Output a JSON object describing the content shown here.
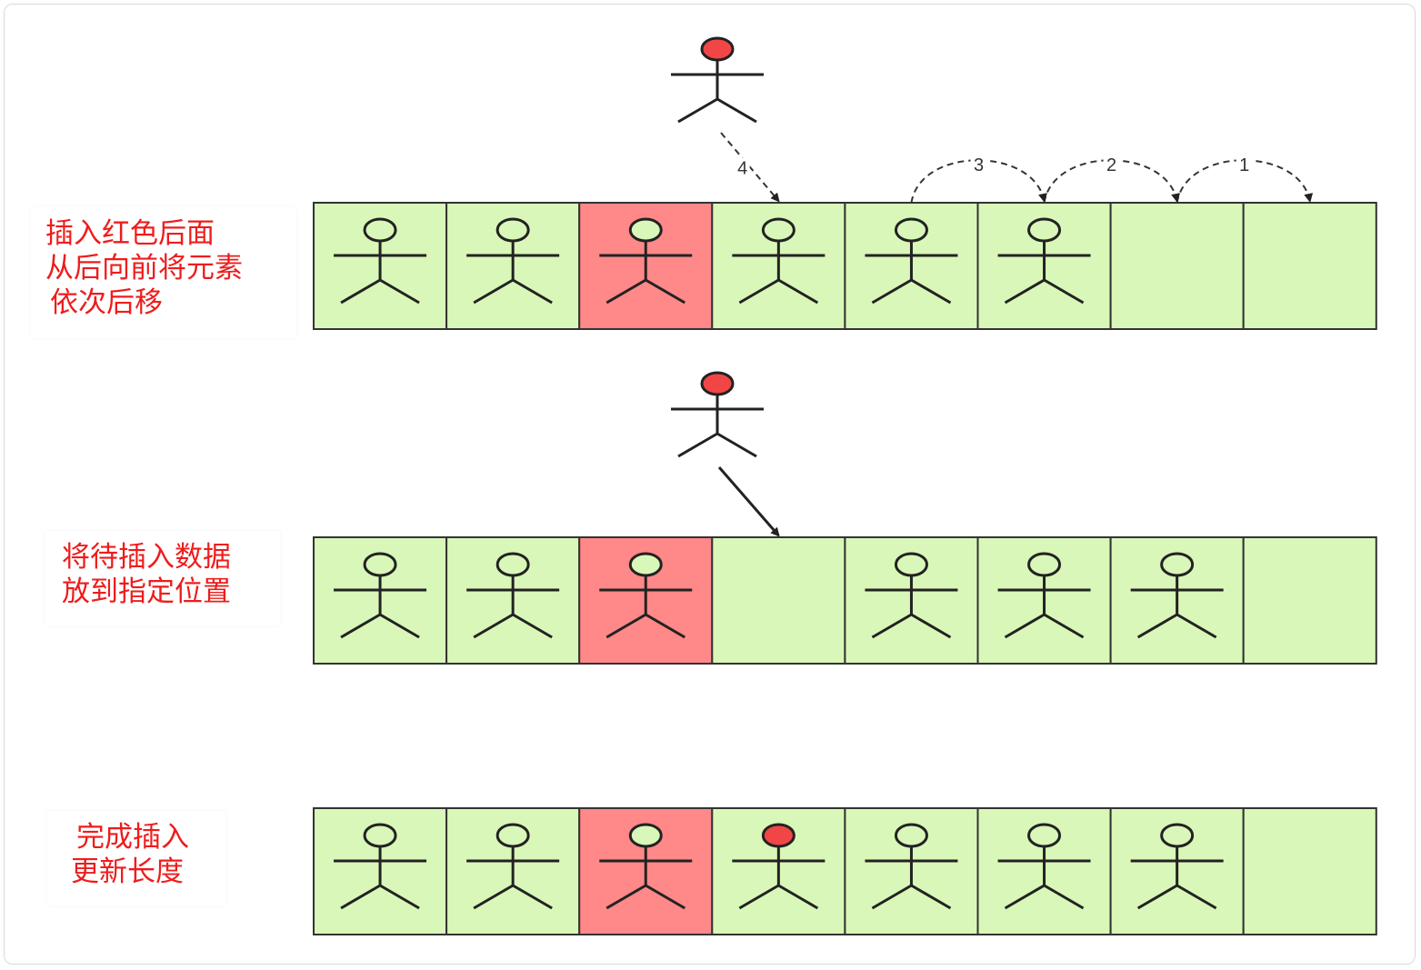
{
  "colors": {
    "cell_fill": "#d9f7b8",
    "highlight_cell_fill": "#ff8888",
    "red_head": "#f24646",
    "label_text": "#ee1c1c",
    "stroke": "#222222"
  },
  "steps": [
    {
      "label_lines": [
        "插入红色后面",
        "从后向前将元素",
        "依次后移"
      ],
      "cells": [
        "person",
        "person",
        "person-highlight",
        "person",
        "person",
        "person",
        "empty",
        "empty"
      ],
      "move_arrows": [
        {
          "order": "1",
          "from_cell": 6,
          "to_cell": 7
        },
        {
          "order": "2",
          "from_cell": 5,
          "to_cell": 6
        },
        {
          "order": "3",
          "from_cell": 4,
          "to_cell": 5
        },
        {
          "order": "4",
          "from": "new-element",
          "to_cell": 3
        }
      ]
    },
    {
      "label_lines": [
        "将待插入数据",
        "放到指定位置"
      ],
      "cells": [
        "person",
        "person",
        "person-highlight",
        "empty",
        "person",
        "person",
        "person",
        "empty"
      ],
      "insert_arrow": {
        "from": "new-element",
        "to_cell": 3
      }
    },
    {
      "label_lines": [
        "完成插入",
        "更新长度"
      ],
      "cells": [
        "person",
        "person",
        "person-highlight",
        "person-new",
        "person",
        "person",
        "person",
        "empty"
      ]
    }
  ]
}
